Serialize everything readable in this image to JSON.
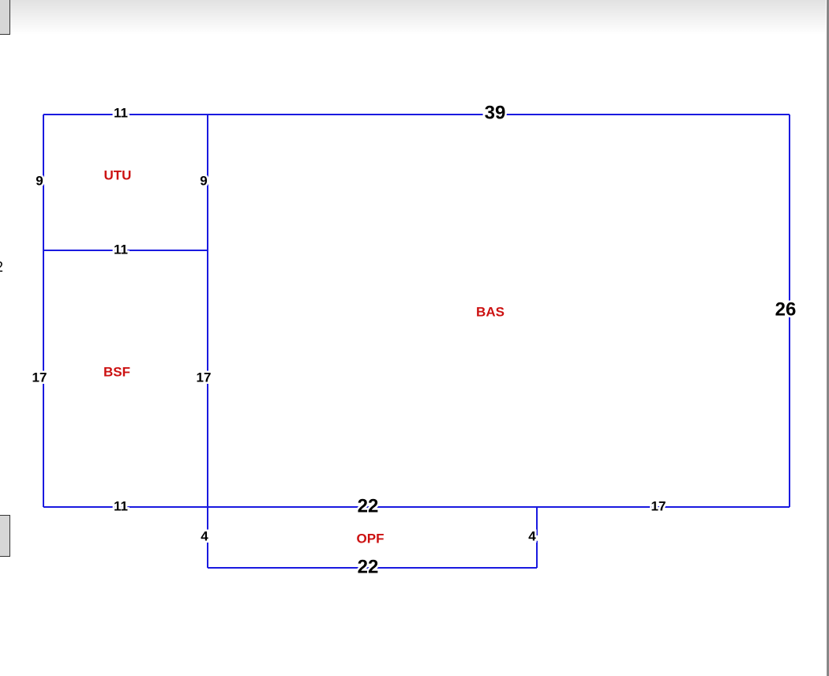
{
  "line_color": "#1a1ae0",
  "label_color": "#cc1111",
  "edge_char": "2",
  "areas": [
    {
      "code": "UTU"
    },
    {
      "code": "BSF"
    },
    {
      "code": "BAS"
    },
    {
      "code": "OPF"
    }
  ],
  "dimensions": {
    "utu_top": "11",
    "utu_left": "9",
    "utu_right": "9",
    "utu_bottom": "11",
    "bsf_left": "17",
    "bsf_right": "17",
    "bsf_bottom": "11",
    "bas_top": "39",
    "bas_right": "26",
    "bas_bottom_mid": "22",
    "bas_bottom_right": "17",
    "opf_left": "4",
    "opf_right": "4",
    "opf_bottom": "22"
  }
}
